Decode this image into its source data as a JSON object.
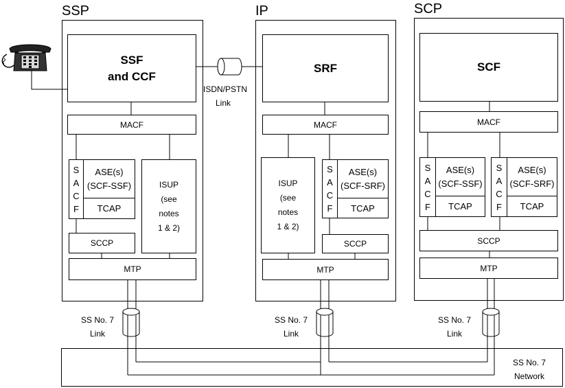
{
  "nodes": {
    "ssp": {
      "title": "SSP",
      "function": "SSF\nand CCF",
      "macf": "MACF",
      "sacf_letters": [
        "S",
        "A",
        "C",
        "F"
      ],
      "ase": "ASE(s)\n(SCF-SSF)",
      "tcap": "TCAP",
      "isup": "ISUP\n(see\nnotes\n1 & 2)",
      "sccp": "SCCP",
      "mtp": "MTP"
    },
    "ip": {
      "title": "IP",
      "function": "SRF",
      "macf": "MACF",
      "isup": "ISUP\n(see\nnotes\n1 & 2)",
      "sacf_letters": [
        "S",
        "A",
        "C",
        "F"
      ],
      "ase": "ASE(s)\n(SCF-SRF)",
      "tcap": "TCAP",
      "sccp": "SCCP",
      "mtp": "MTP"
    },
    "scp": {
      "title": "SCP",
      "function": "SCF",
      "macf": "MACF",
      "left_sacf_letters": [
        "S",
        "A",
        "C",
        "F"
      ],
      "left_ase": "ASE(s)\n(SCF-SSF)",
      "left_tcap": "TCAP",
      "right_sacf_letters": [
        "S",
        "A",
        "C",
        "F"
      ],
      "right_ase": "ASE(s)\n(SCF-SRF)",
      "right_tcap": "TCAP",
      "sccp": "SCCP",
      "mtp": "MTP"
    }
  },
  "links": {
    "isdn": "ISDN/PSTN\nLink",
    "ss7_ssp": "SS No. 7\nLink",
    "ss7_ip": "SS No. 7\nLink",
    "ss7_scp": "SS No. 7\nLink"
  },
  "network": {
    "label": "SS No. 7\nNetwork"
  }
}
